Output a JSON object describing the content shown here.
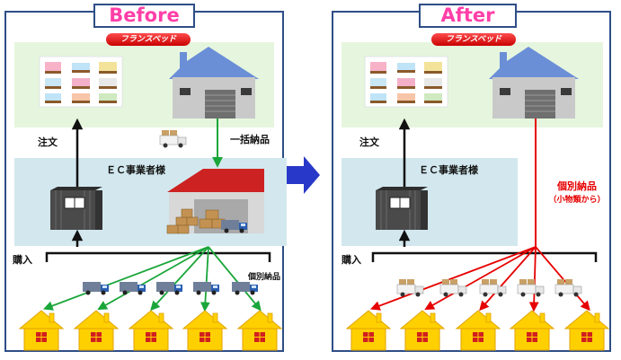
{
  "before": {
    "title": "Before",
    "brand_logo": "フランスベッド",
    "ec_label": "ＥＣ事業者様",
    "order_label": "注文",
    "bulk_delivery_label": "一括納品",
    "purchase_label": "購入",
    "individual_delivery_label": "個別納品"
  },
  "after": {
    "title": "After",
    "brand_logo": "フランスベッド",
    "ec_label": "ＥＣ事業者様",
    "order_label": "注文",
    "individual_delivery_label": "個別納品",
    "individual_delivery_sub": "（小物類から）",
    "purchase_label": "購入"
  },
  "colors": {
    "title_pink": "#ff3fa8",
    "frame_blue": "#2e4e86",
    "arrow_green": "#1aa63a",
    "arrow_red": "#e60000",
    "center_arrow": "#2838c8",
    "house_yellow": "#ffd000"
  },
  "icons": [
    "bed-grid-icon",
    "factory-icon",
    "truck-icon",
    "storage-container-icon",
    "warehouse-icon",
    "house-icon"
  ]
}
